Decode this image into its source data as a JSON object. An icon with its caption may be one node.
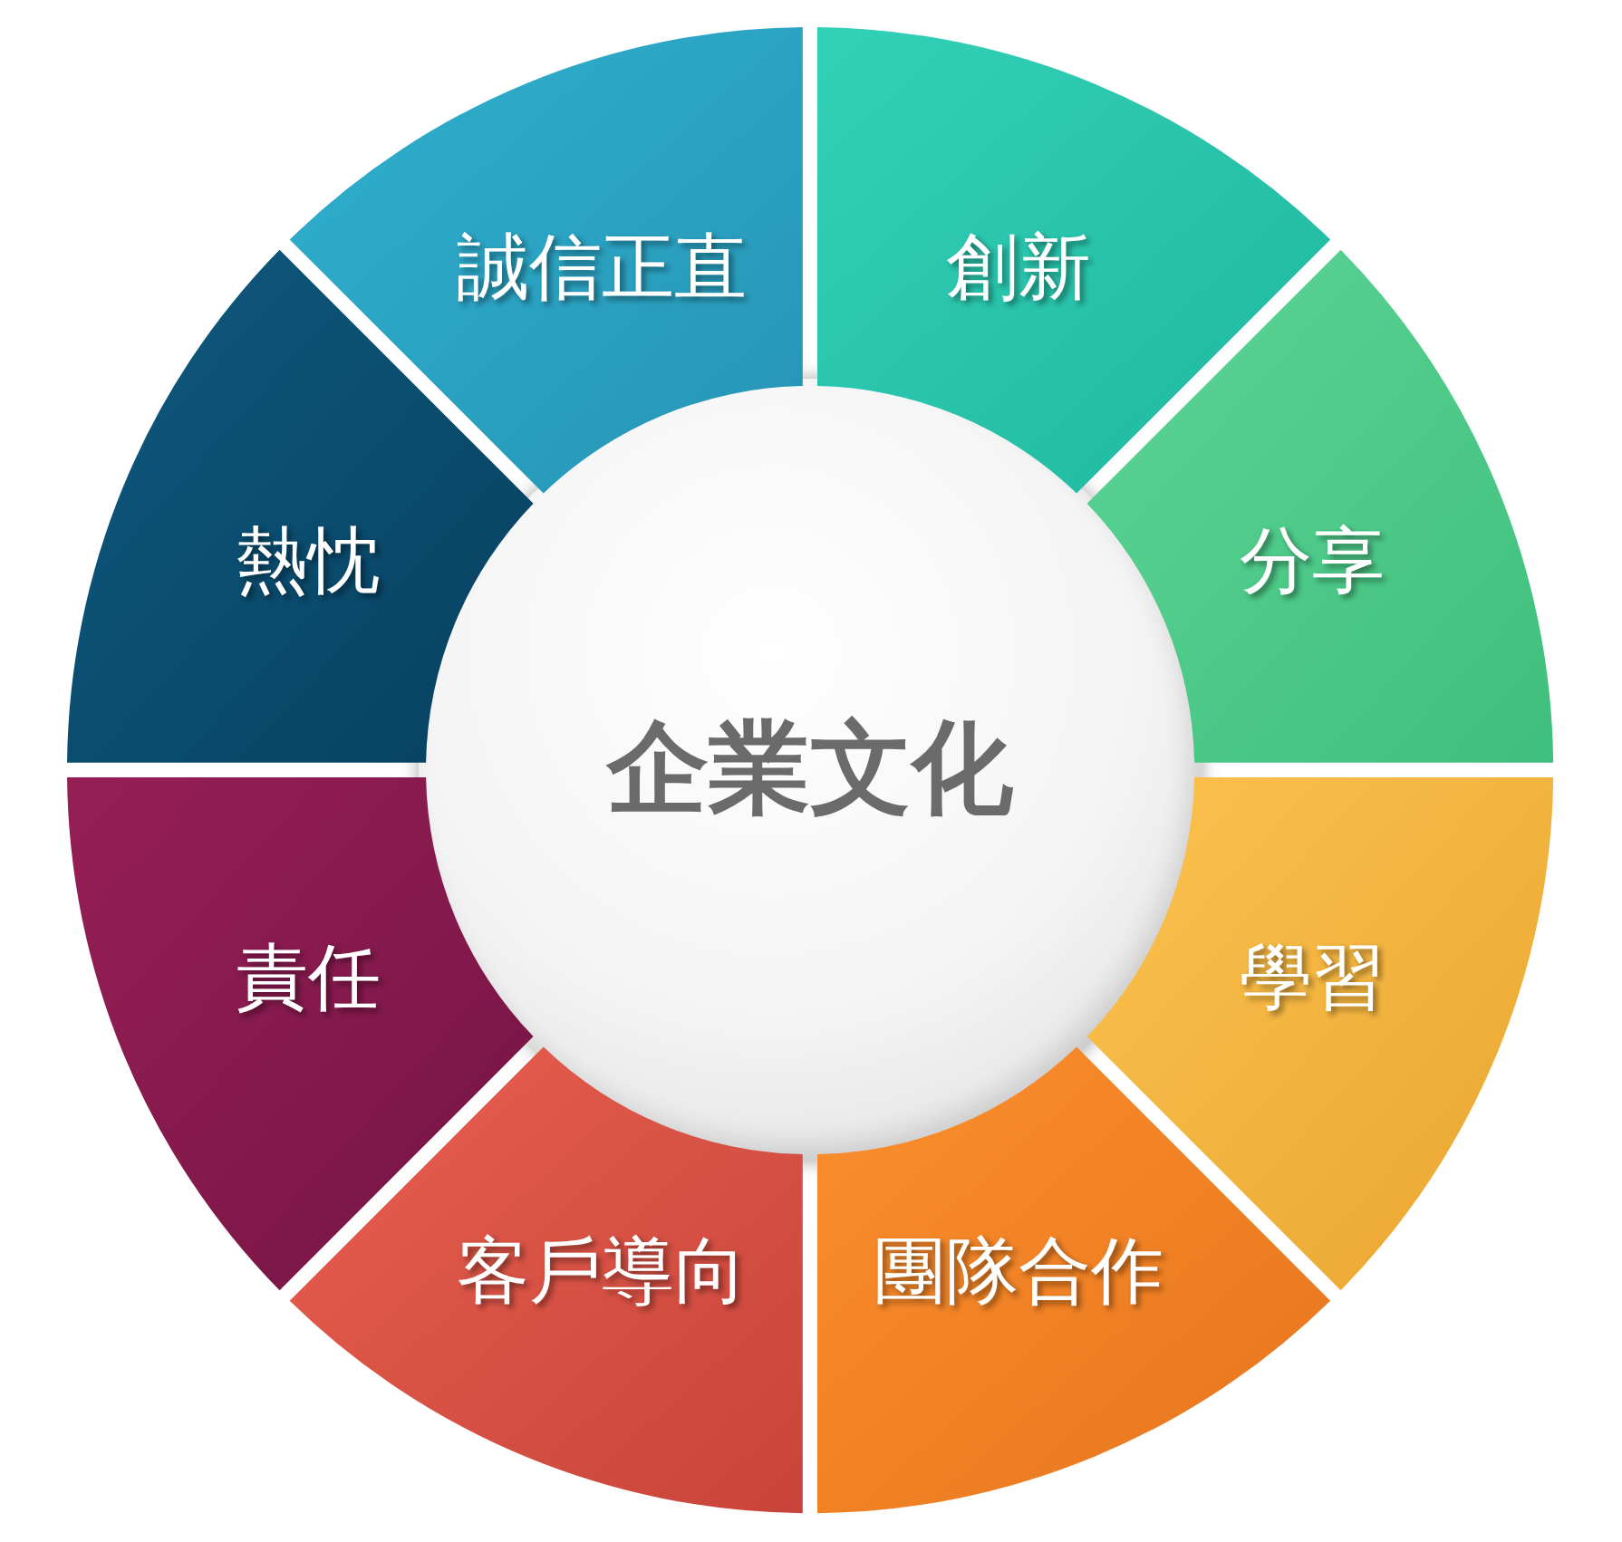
{
  "diagram": {
    "nodes": [
      {
        "text": [
          "企業文化"
        ]
      },
      {
        "text": [
          "創新"
        ]
      },
      {
        "text": [
          "分享"
        ]
      },
      {
        "text": [
          "學習"
        ]
      },
      {
        "text": [
          "團隊合作"
        ]
      },
      {
        "text": [
          "客戶導向"
        ]
      },
      {
        "text": [
          "責任"
        ]
      },
      {
        "text": [
          "熱忱"
        ]
      },
      {
        "text": [
          "誠信正直"
        ]
      }
    ]
  }
}
